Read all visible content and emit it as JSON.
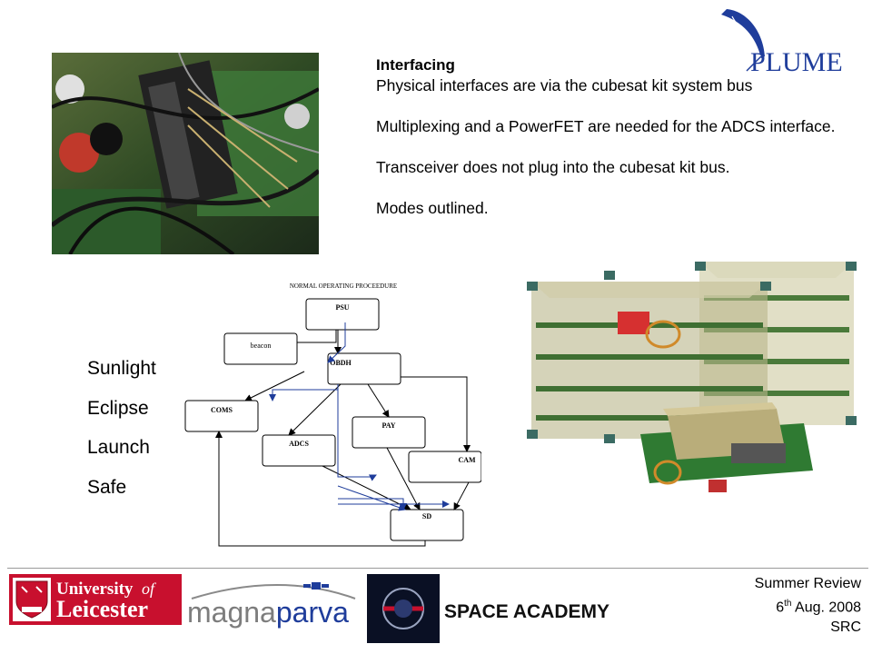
{
  "content": {
    "heading": "Interfacing",
    "paragraphs": [
      "Physical interfaces are via the cubesat kit system bus",
      "Multiplexing and a PowerFET are needed for the ADCS interface.",
      "Transceiver does not plug into the cubesat kit bus.",
      "Modes outlined."
    ]
  },
  "modes": [
    "Sunlight",
    "Eclipse",
    "Launch",
    "Safe"
  ],
  "diagram": {
    "title": "NORMAL OPERATING PROCEEDURE",
    "nodes": {
      "psu": "PSU",
      "beacon": "beacon",
      "obdh": "OBDH",
      "coms": "COMS",
      "pay": "PAY",
      "adcs": "ADCS",
      "cam": "CAM",
      "sd": "SD"
    }
  },
  "logos": {
    "plume": "PLUME",
    "university_line1": "University",
    "university_of": "of",
    "university_line2": "Leicester",
    "magnaparva_a": "magna",
    "magnaparva_b": "parva",
    "space_academy": "SPACE ACADEMY"
  },
  "footer": {
    "review": "Summer Review",
    "date_day": "6",
    "date_suffix": "th",
    "date_rest": " Aug. 2008",
    "org": "SRC"
  },
  "colors": {
    "blue": "#1f3d9b",
    "red": "#c8102e",
    "grey": "#7d7d7d"
  }
}
